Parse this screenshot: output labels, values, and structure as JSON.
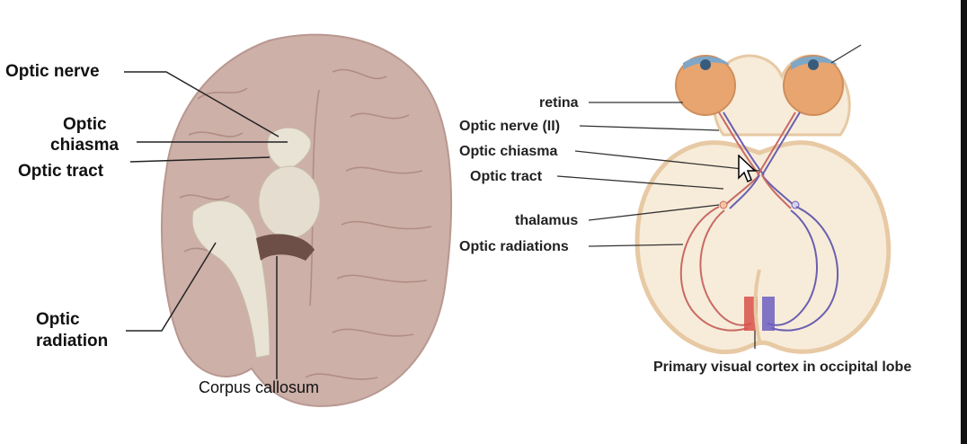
{
  "left_diagram": {
    "labels": {
      "optic_nerve": "Optic nerve",
      "optic_chiasma_line1": "Optic",
      "optic_chiasma_line2": "chiasma",
      "optic_tract": "Optic tract",
      "optic_radiation_line1": "Optic",
      "optic_radiation_line2": "radiation",
      "corpus_callosum": "Corpus callosum"
    }
  },
  "right_diagram": {
    "labels": {
      "retina": "retina",
      "optic_nerve_ii": "Optic nerve (II)",
      "optic_chiasma": "Optic chiasma",
      "optic_tract": "Optic tract",
      "thalamus": "thalamus",
      "optic_radiations": "Optic radiations",
      "primary_visual_cortex": "Primary visual cortex in occipital lobe"
    }
  },
  "colors": {
    "brain_tissue": "#cdb0a8",
    "brain_dark": "#a9857d",
    "white_matter": "#e9e3d6",
    "schematic_fill": "#f7ecd9",
    "schematic_outline": "#e7c9a4",
    "eye": "#e9a56f",
    "left_pathway": "#c86a64",
    "right_pathway": "#6a5fb0",
    "cortex_red": "#d8514a",
    "cortex_blue": "#6d5fc0"
  }
}
